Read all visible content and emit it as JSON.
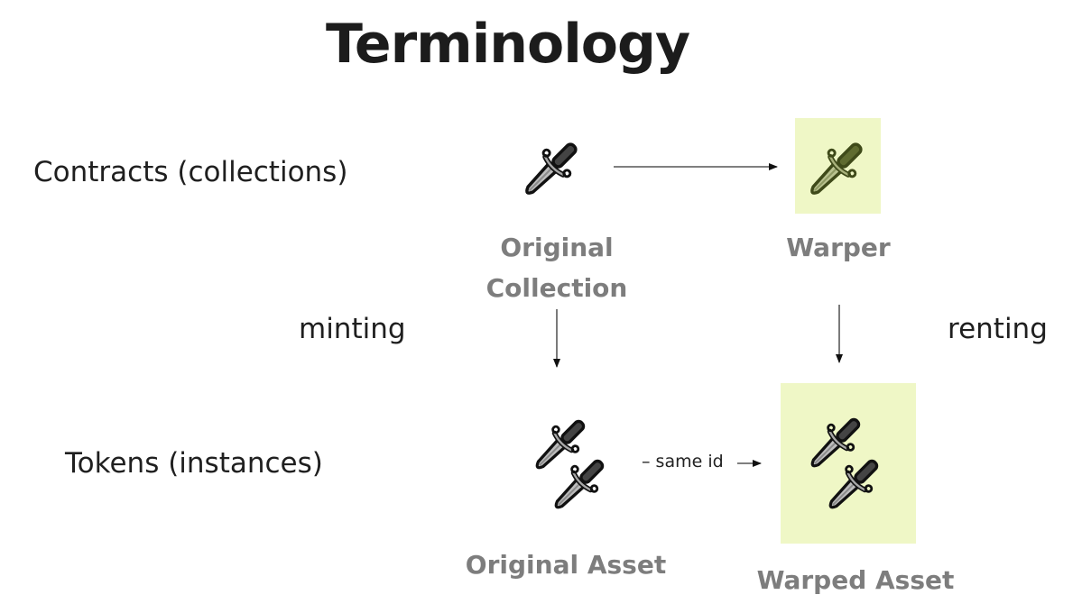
{
  "title": "Terminology",
  "rows": {
    "contracts": "Contracts (collections)",
    "tokens": "Tokens (instances)"
  },
  "edges": {
    "minting": "minting",
    "renting": "renting",
    "same_id": "– same id"
  },
  "nodes": {
    "original_collection": {
      "line1": "Original",
      "line2": "Collection",
      "icon": "dagger-icon"
    },
    "warper": {
      "label": "Warper",
      "icon": "dagger-icon",
      "highlight": "#eff7c6"
    },
    "original_asset": {
      "label": "Original Asset",
      "icon": "two-daggers-icon"
    },
    "warped_asset": {
      "label": "Warped Asset",
      "icon": "two-daggers-icon",
      "highlight": "#eff7c6"
    }
  },
  "colors": {
    "title": "#1c1c1c",
    "node_label": "#7d7d7d",
    "highlight": "#eff7c6"
  }
}
